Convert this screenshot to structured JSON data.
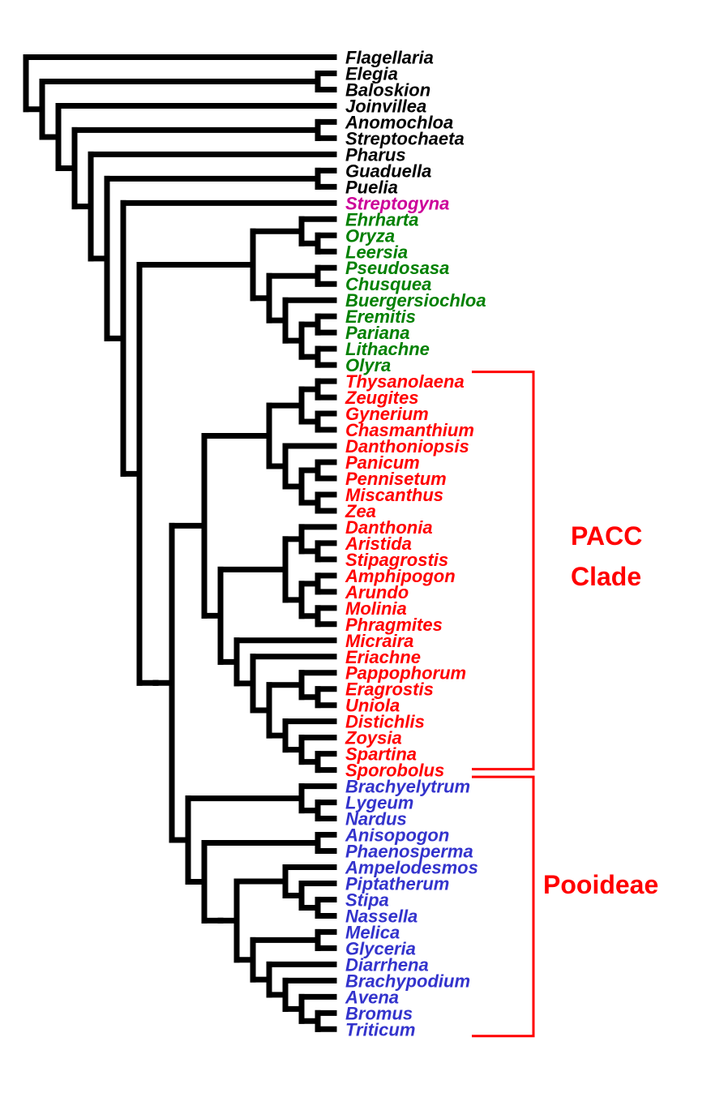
{
  "colors": {
    "branch": "#000000",
    "outgroup": "#000000",
    "streptogyna": "#cc0099",
    "bep": "#008000",
    "pacc": "#ff0000",
    "pooideae": "#3333cc",
    "bracket": "#ff0000"
  },
  "taxa": [
    {
      "name": "Flagellaria",
      "group": "outgroup"
    },
    {
      "name": "Elegia",
      "group": "outgroup"
    },
    {
      "name": "Baloskion",
      "group": "outgroup"
    },
    {
      "name": "Joinvillea",
      "group": "outgroup"
    },
    {
      "name": "Anomochloa",
      "group": "outgroup"
    },
    {
      "name": "Streptochaeta",
      "group": "outgroup"
    },
    {
      "name": "Pharus",
      "group": "outgroup"
    },
    {
      "name": "Guaduella",
      "group": "outgroup"
    },
    {
      "name": "Puelia",
      "group": "outgroup"
    },
    {
      "name": "Streptogyna",
      "group": "streptogyna"
    },
    {
      "name": "Ehrharta",
      "group": "bep"
    },
    {
      "name": "Oryza",
      "group": "bep"
    },
    {
      "name": "Leersia",
      "group": "bep"
    },
    {
      "name": "Pseudosasa",
      "group": "bep"
    },
    {
      "name": "Chusquea",
      "group": "bep"
    },
    {
      "name": "Buergersiochloa",
      "group": "bep"
    },
    {
      "name": "Eremitis",
      "group": "bep"
    },
    {
      "name": "Pariana",
      "group": "bep"
    },
    {
      "name": "Lithachne",
      "group": "bep"
    },
    {
      "name": "Olyra",
      "group": "bep"
    },
    {
      "name": "Thysanolaena",
      "group": "pacc"
    },
    {
      "name": "Zeugites",
      "group": "pacc"
    },
    {
      "name": "Gynerium",
      "group": "pacc"
    },
    {
      "name": "Chasmanthium",
      "group": "pacc"
    },
    {
      "name": "Danthoniopsis",
      "group": "pacc"
    },
    {
      "name": "Panicum",
      "group": "pacc"
    },
    {
      "name": "Pennisetum",
      "group": "pacc"
    },
    {
      "name": "Miscanthus",
      "group": "pacc"
    },
    {
      "name": "Zea",
      "group": "pacc"
    },
    {
      "name": "Danthonia",
      "group": "pacc"
    },
    {
      "name": "Aristida",
      "group": "pacc"
    },
    {
      "name": "Stipagrostis",
      "group": "pacc"
    },
    {
      "name": "Amphipogon",
      "group": "pacc"
    },
    {
      "name": "Arundo",
      "group": "pacc"
    },
    {
      "name": "Molinia",
      "group": "pacc"
    },
    {
      "name": "Phragmites",
      "group": "pacc"
    },
    {
      "name": "Micraira",
      "group": "pacc"
    },
    {
      "name": "Eriachne",
      "group": "pacc"
    },
    {
      "name": "Pappophorum",
      "group": "pacc"
    },
    {
      "name": "Eragrostis",
      "group": "pacc"
    },
    {
      "name": "Uniola",
      "group": "pacc"
    },
    {
      "name": "Distichlis",
      "group": "pacc"
    },
    {
      "name": "Zoysia",
      "group": "pacc"
    },
    {
      "name": "Spartina",
      "group": "pacc"
    },
    {
      "name": "Sporobolus",
      "group": "pacc"
    },
    {
      "name": "Brachyelytrum",
      "group": "pooideae"
    },
    {
      "name": "Lygeum",
      "group": "pooideae"
    },
    {
      "name": "Nardus",
      "group": "pooideae"
    },
    {
      "name": "Anisopogon",
      "group": "pooideae"
    },
    {
      "name": "Phaenosperma",
      "group": "pooideae"
    },
    {
      "name": "Ampelodesmos",
      "group": "pooideae"
    },
    {
      "name": "Piptatherum",
      "group": "pooideae"
    },
    {
      "name": "Stipa",
      "group": "pooideae"
    },
    {
      "name": "Nassella",
      "group": "pooideae"
    },
    {
      "name": "Melica",
      "group": "pooideae"
    },
    {
      "name": "Glyceria",
      "group": "pooideae"
    },
    {
      "name": "Diarrhena",
      "group": "pooideae"
    },
    {
      "name": "Brachypodium",
      "group": "pooideae"
    },
    {
      "name": "Avena",
      "group": "pooideae"
    },
    {
      "name": "Bromus",
      "group": "pooideae"
    },
    {
      "name": "Triticum",
      "group": "pooideae"
    }
  ],
  "tree": "(Flagellaria,((Elegia,Baloskion),(Joinvillea,((Anomochloa,Streptochaeta),(Pharus,((Guaduella,Puelia),(Streptogyna,(((Ehrharta,(Oryza,Leersia)),((Pseudosasa,Chusquea),(Buergersiochloa,((Eremitis,Pariana),(Lithachne,Olyra))))),((((((Thysanolaena,Zeugites),(Gynerium,Chasmanthium)),(Danthoniopsis,((Panicum,Pennisetum),(Miscanthus,Zea)))),(((Danthonia,(Aristida,Stipagrostis)),((Amphipogon,Arundo),(Molinia,Phragmites))),(Micraira,(Eriachne,((Pappophorum,(Eragrostis,Uniola)),(Distichlis,(Zoysia,(Spartina,Sporobolus)))))))),((Brachyelytrum,(Lygeum,Nardus)),((Anisopogon,Phaenosperma),(((Ampelodesmos,(Piptatherum,(Stipa,Nassella))),((Melica,Glyceria),(Diarrhena,(Brachypodium,(Avena,(Bromus,Triticum))))))))))))))))))",
  "clades": [
    {
      "id": "pacc",
      "lines": [
        "PACC",
        "Clade"
      ],
      "first": "Thysanolaena",
      "last": "Sporobolus"
    },
    {
      "id": "pooideae",
      "lines": [
        "Pooideae"
      ],
      "first": "Brachyelytrum",
      "last": "Triticum"
    }
  ]
}
